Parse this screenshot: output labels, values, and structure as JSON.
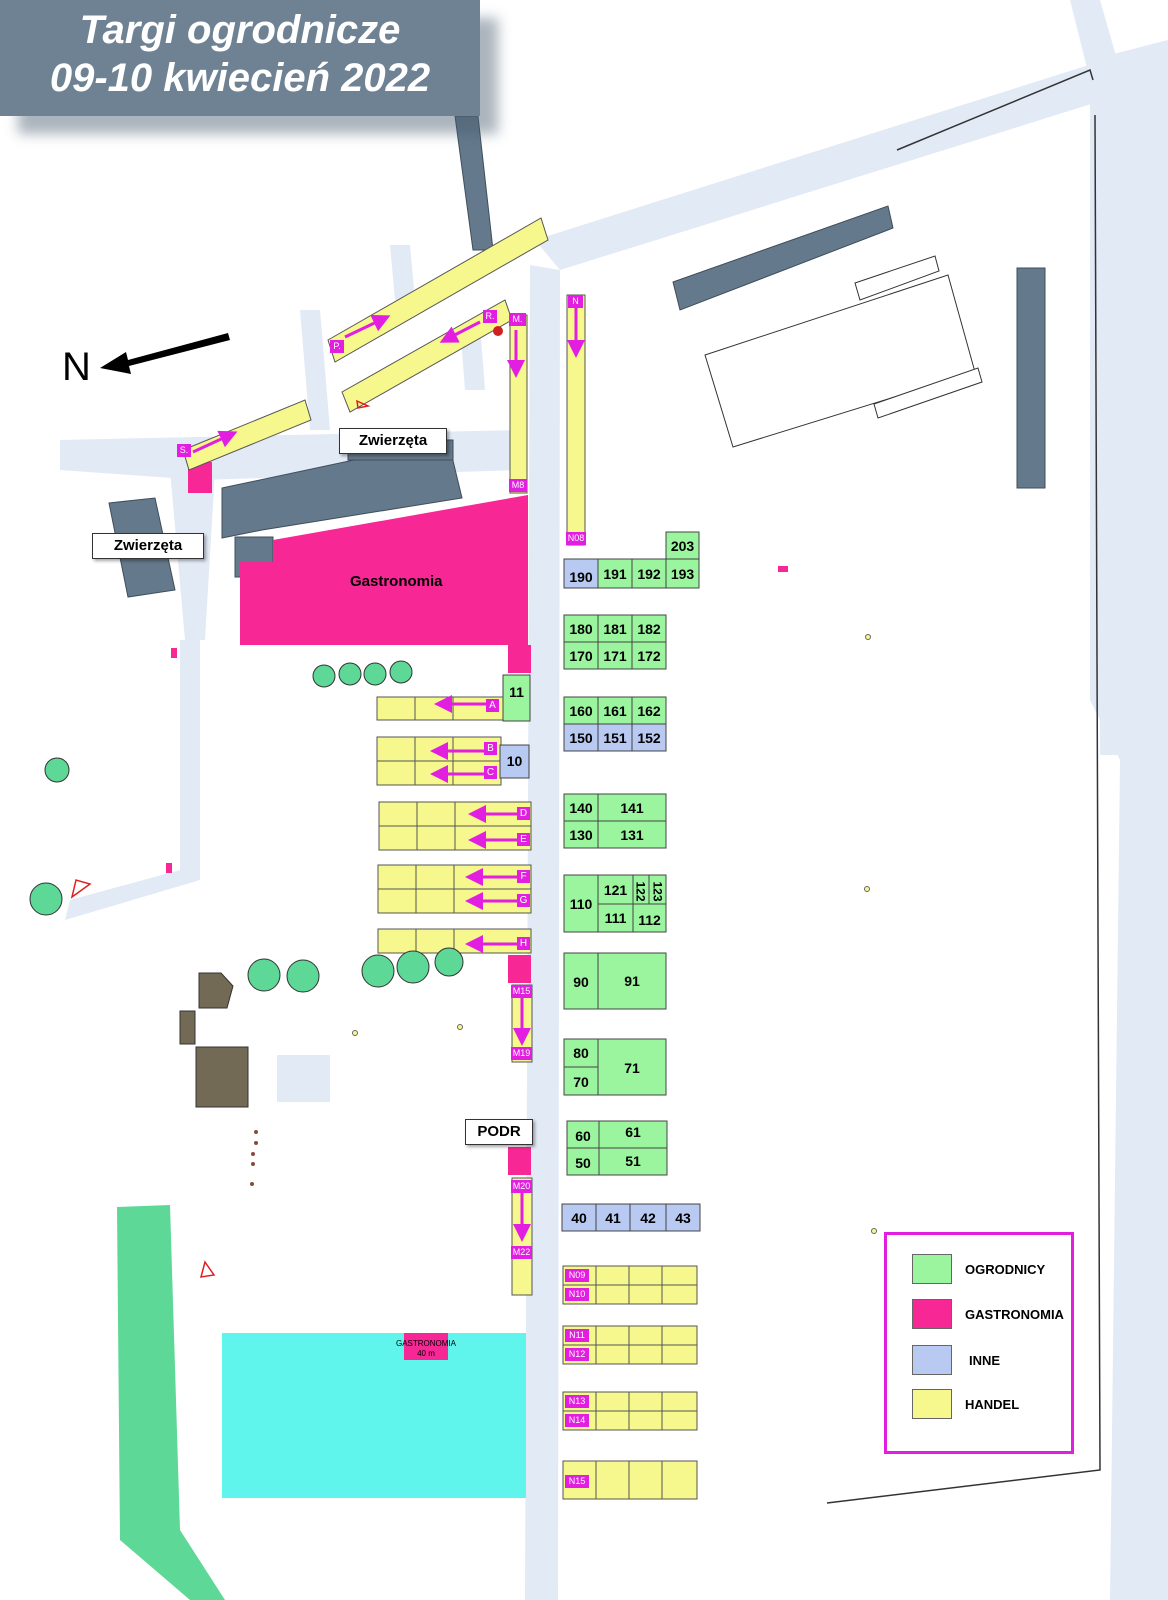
{
  "title": {
    "line1": "Targi ogrodnicze",
    "line2": "09-10 kwiecień 2022"
  },
  "compass": {
    "label": "N"
  },
  "colors": {
    "ogrodnicy": "#9af59e",
    "gastronomia": "#f72795",
    "inne": "#b8c9f2",
    "handel": "#f6f78c",
    "path": "#e2eaf6",
    "building": "#64798b",
    "water": "#5ff4ec",
    "park": "#5ed896",
    "legend_border": "#e21ee0"
  },
  "labels": {
    "animals_1": "Zwierzęta",
    "animals_2": "Zwierzęta",
    "food_court": "Gastronomia",
    "podr": "PODR",
    "food_pool_title": "GASTRONOMIA",
    "food_pool_area": "40 m"
  },
  "legend": [
    {
      "label": "OGRODNICY",
      "key": "ogrodnicy"
    },
    {
      "label": "GASTRONOMIA",
      "key": "gastronomia"
    },
    {
      "label": "INNE",
      "key": "inne"
    },
    {
      "label": "HANDEL",
      "key": "handel"
    }
  ],
  "stands": {
    "green": [
      "203",
      "191",
      "192",
      "193",
      "180",
      "181",
      "182",
      "170",
      "171",
      "172",
      "160",
      "161",
      "162",
      "141",
      "131",
      "140",
      "130",
      "121",
      "122",
      "123",
      "111",
      "112",
      "110",
      "90",
      "91",
      "80",
      "70",
      "71",
      "60",
      "61",
      "50",
      "51",
      "11"
    ],
    "blue": [
      "190",
      "150",
      "151",
      "152",
      "40",
      "41",
      "42",
      "43",
      "10"
    ],
    "row_labels": [
      "A",
      "B",
      "C",
      "D",
      "E",
      "F",
      "G",
      "H"
    ],
    "lane_labels": [
      "P.",
      "R.",
      "S.",
      "M.",
      "M8",
      "N",
      "N08",
      "M15",
      "M19",
      "M20",
      "M22"
    ],
    "n_rows": [
      "N09",
      "N10",
      "N11",
      "N12",
      "N13",
      "N14",
      "N15"
    ]
  }
}
